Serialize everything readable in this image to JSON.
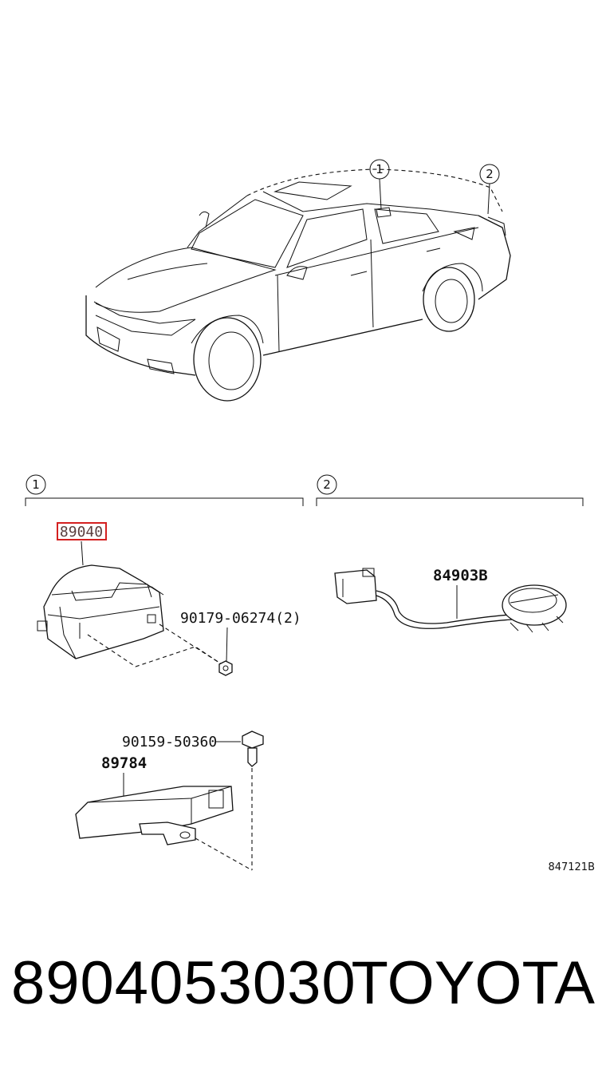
{
  "diagram": {
    "callouts": [
      "1",
      "2"
    ],
    "section_headers": [
      "1",
      "2"
    ],
    "parts": {
      "highlighted": "89040",
      "nut": "90179-06274(2)",
      "harness": "84903B",
      "bolt": "90159-50360",
      "ecu": "89784"
    },
    "reference_code": "847121B",
    "highlight_color": "#d42020"
  },
  "footer": {
    "part_number": "8904053030",
    "brand": "TOYOTA"
  }
}
